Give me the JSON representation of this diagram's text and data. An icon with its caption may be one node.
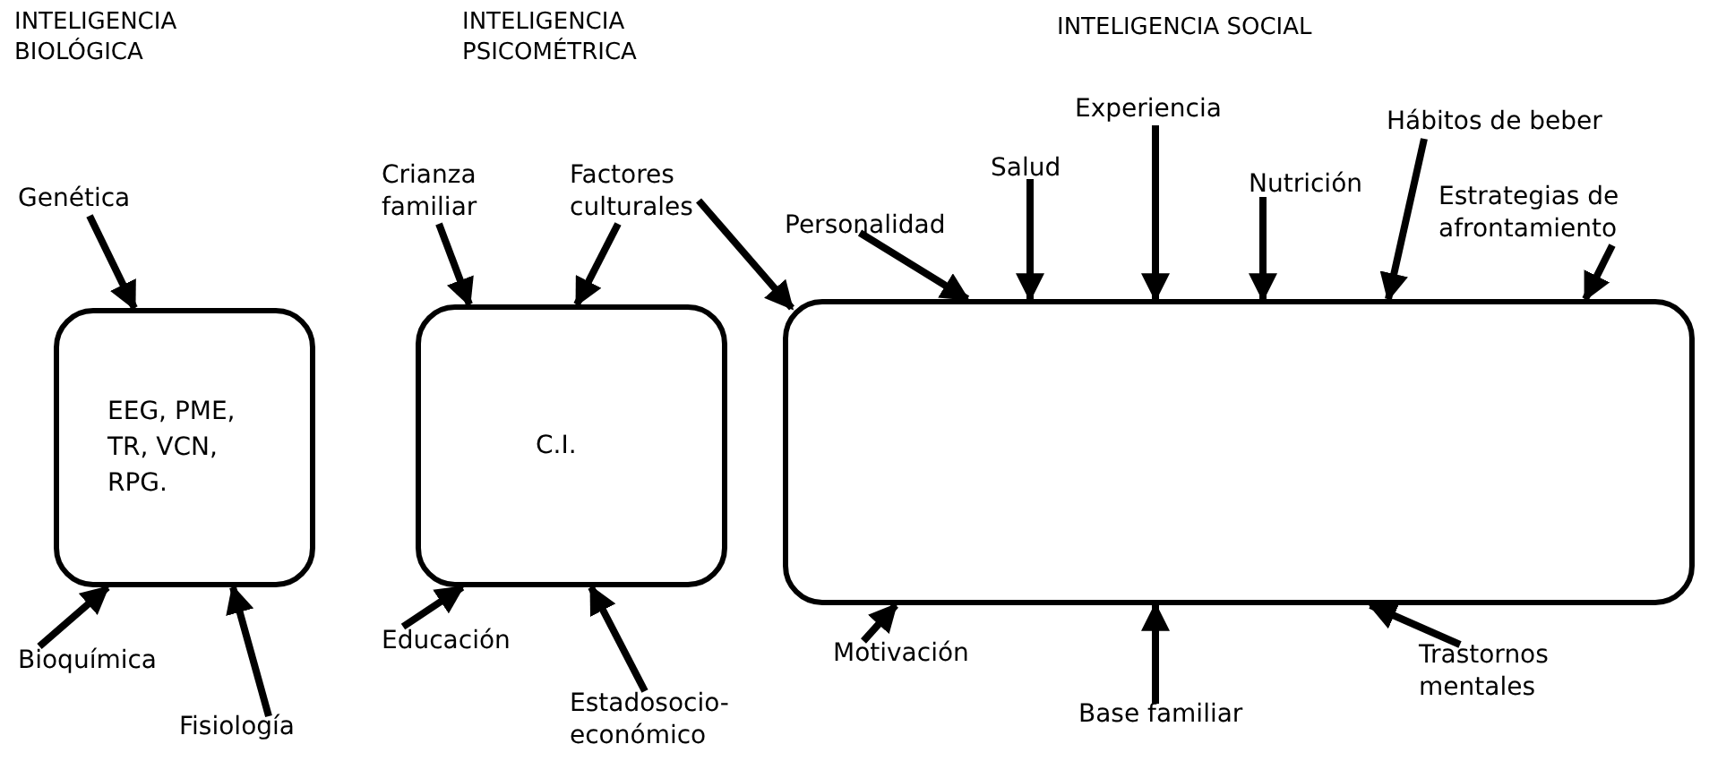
{
  "diagram": {
    "nodes": [
      {
        "text": [
          "EEG, PME, TR, VCN, RPG."
        ]
      },
      {
        "text": [
          "C.I."
        ]
      },
      {
        "text": [],
        "shape": "box"
      },
      {
        "text": [
          "Genética"
        ]
      },
      {
        "text": [
          "Bioquímica"
        ]
      },
      {
        "text": [
          "Fisiología"
        ]
      },
      {
        "text": [
          "Crianza familiar"
        ]
      },
      {
        "text": [
          "Factores culturales"
        ]
      },
      {
        "text": [
          "Educación"
        ]
      },
      {
        "text": [
          "Estadosocio-económico"
        ]
      },
      {
        "text": [
          "Personalidad"
        ]
      },
      {
        "text": [
          "Salud"
        ]
      },
      {
        "text": [
          "Experiencia"
        ]
      },
      {
        "text": [
          "Nutrición"
        ]
      },
      {
        "text": [
          "Hábitos de beber"
        ]
      },
      {
        "text": [
          "Estrategias de afrontamiento"
        ]
      },
      {
        "text": [
          "Motivación"
        ]
      },
      {
        "text": [
          "Base familiar"
        ]
      },
      {
        "text": [
          "Trastornos mentales"
        ]
      }
    ],
    "edges": [
      {
        "from": 3,
        "to": 0,
        "arrow": "to"
      },
      {
        "from": 4,
        "to": 0,
        "arrow": "to"
      },
      {
        "from": 5,
        "to": 0,
        "arrow": "to"
      },
      {
        "from": 6,
        "to": 1,
        "arrow": "to"
      },
      {
        "from": 7,
        "to": 1,
        "arrow": "to"
      },
      {
        "from": 7,
        "to": 2,
        "arrow": "to"
      },
      {
        "from": 8,
        "to": 1,
        "arrow": "to"
      },
      {
        "from": 9,
        "to": 1,
        "arrow": "to"
      },
      {
        "from": 10,
        "to": 2,
        "arrow": "to"
      },
      {
        "from": 11,
        "to": 2,
        "arrow": "to"
      },
      {
        "from": 12,
        "to": 2,
        "arrow": "to"
      },
      {
        "from": 13,
        "to": 2,
        "arrow": "to"
      },
      {
        "from": 14,
        "to": 2,
        "arrow": "to"
      },
      {
        "from": 15,
        "to": 2,
        "arrow": "to"
      },
      {
        "from": 16,
        "to": 2,
        "arrow": "to"
      },
      {
        "from": 17,
        "to": 2,
        "arrow": "to"
      },
      {
        "from": 18,
        "to": 2,
        "arrow": "to"
      }
    ],
    "labels": [
      "INTELIGENCIA BIOLÓGICA",
      "INTELIGENCIA PSICOMÉTRICA",
      "INTELIGENCIA SOCIAL"
    ]
  }
}
